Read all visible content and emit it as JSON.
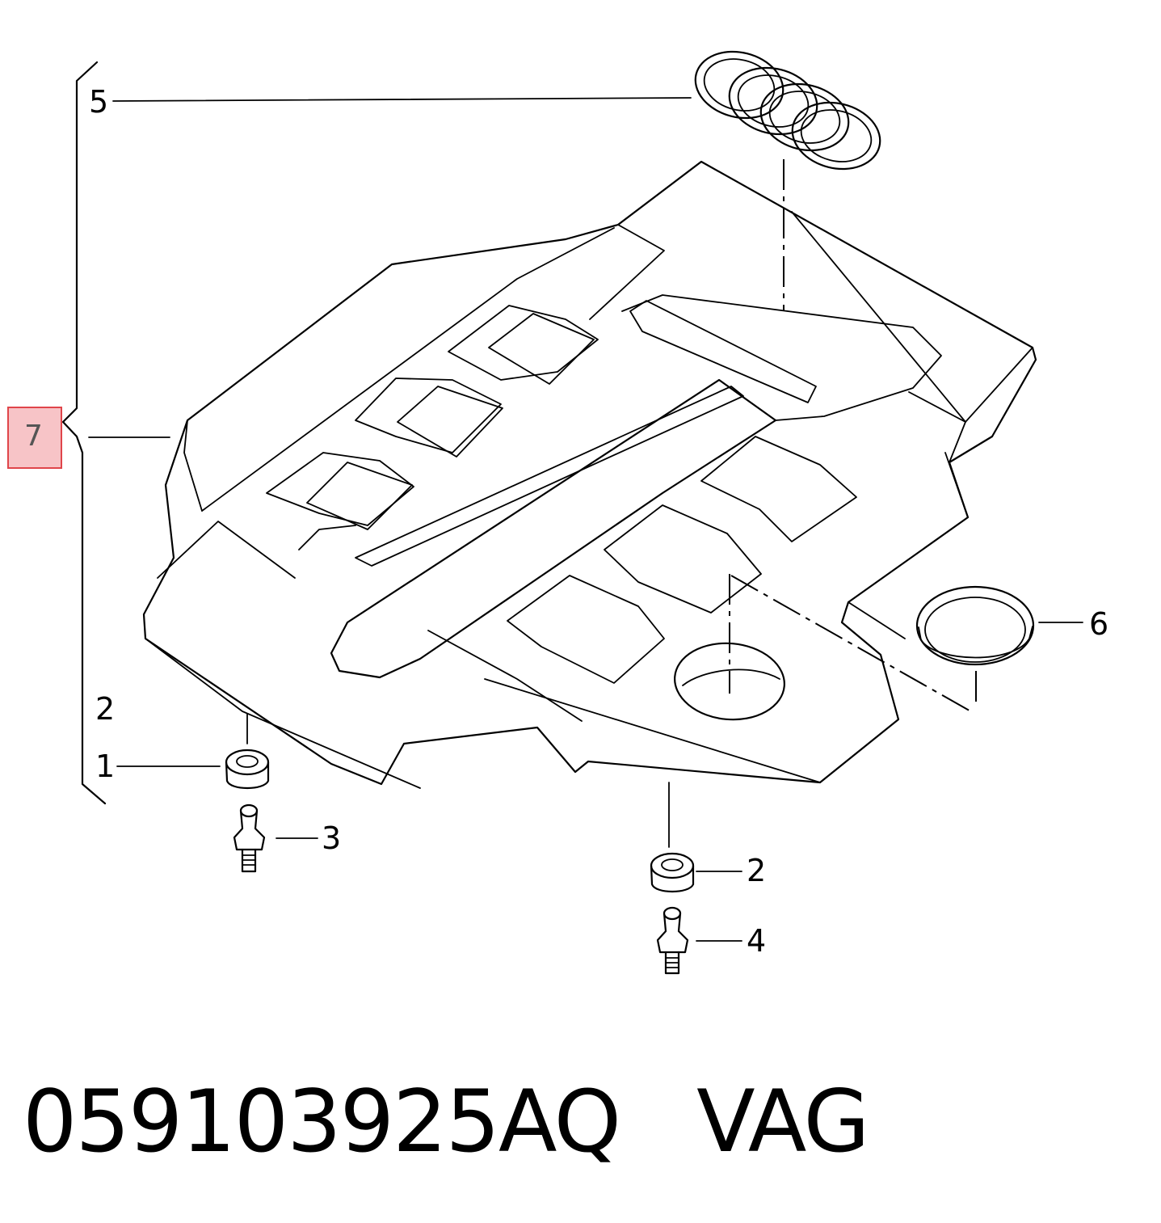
{
  "callouts": {
    "c1": "1",
    "c2_left": "2",
    "c2_right": "2",
    "c3": "3",
    "c4": "4",
    "c5": "5",
    "c6": "6",
    "c7": "7"
  },
  "caption": "059103925AQ   VAG",
  "colors": {
    "highlight_fill": "#f7c4c7",
    "highlight_border": "#e0454a",
    "line": "#000000"
  },
  "icons": [
    "audi-rings-emblem",
    "engine-cover",
    "rubber-grommet",
    "ball-stud",
    "sealing-ring"
  ]
}
